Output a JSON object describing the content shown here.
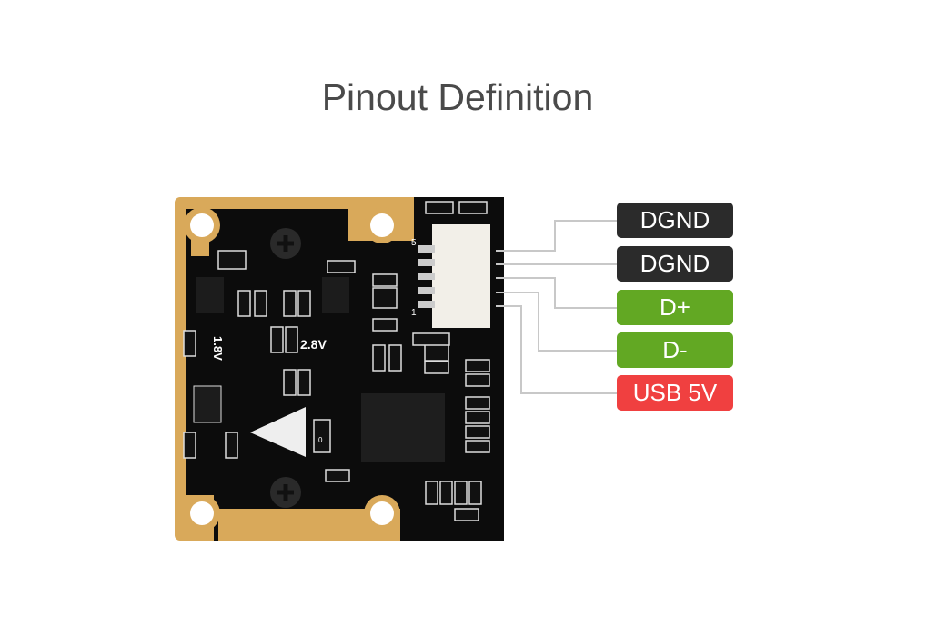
{
  "title": "Pinout Definition",
  "pins": [
    {
      "label": "DGND",
      "color": "#2b2b2b"
    },
    {
      "label": "DGND",
      "color": "#2b2b2b"
    },
    {
      "label": "D+",
      "color": "#62a823"
    },
    {
      "label": "D-",
      "color": "#62a823"
    },
    {
      "label": "USB 5V",
      "color": "#f04040"
    }
  ],
  "board": {
    "silkscreen": [
      "1.8V",
      "2.8V",
      "5",
      "1",
      "0"
    ]
  }
}
